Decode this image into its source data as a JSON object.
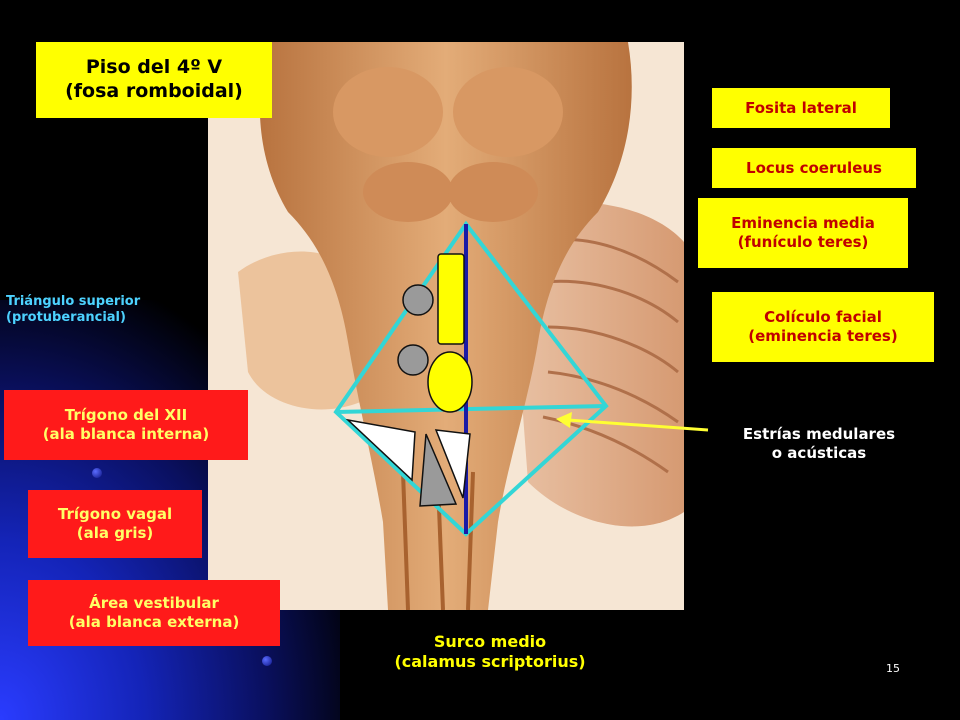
{
  "title": {
    "line1": "Piso del 4º V",
    "line2": "(fosa romboidal)"
  },
  "labels": {
    "fosita_lateral": "Fosita lateral",
    "locus_coeruleus": "Locus coeruleus",
    "eminencia_media": {
      "line1": "Eminencia media",
      "line2": "(funículo teres)"
    },
    "coliculo_facial": {
      "line1": "Colículo facial",
      "line2": "(eminencia teres)"
    },
    "estrias": {
      "line1": "Estrías medulares",
      "line2": "o acústicas"
    },
    "triangulo_superior": {
      "line1": "Triángulo superior",
      "line2": "(protuberancial)"
    },
    "trigono_xii": {
      "line1": "Trígono del XII",
      "line2": "(ala blanca interna)"
    },
    "trigono_vagal": {
      "line1": "Trígono vagal",
      "line2": "(ala gris)"
    },
    "area_vestibular": {
      "line1": "Área vestibular",
      "line2": "(ala blanca externa)"
    },
    "surco_medio": {
      "line1": "Surco medio",
      "line2": "(calamus scriptorius)"
    }
  },
  "page_number": "15",
  "colors": {
    "yellow_box": "#ffff00",
    "red_box": "#ff1a1a",
    "outline_cyan": "#33d6d6",
    "midline_blue": "#1a1aa6",
    "arrow": "#ffff33"
  }
}
